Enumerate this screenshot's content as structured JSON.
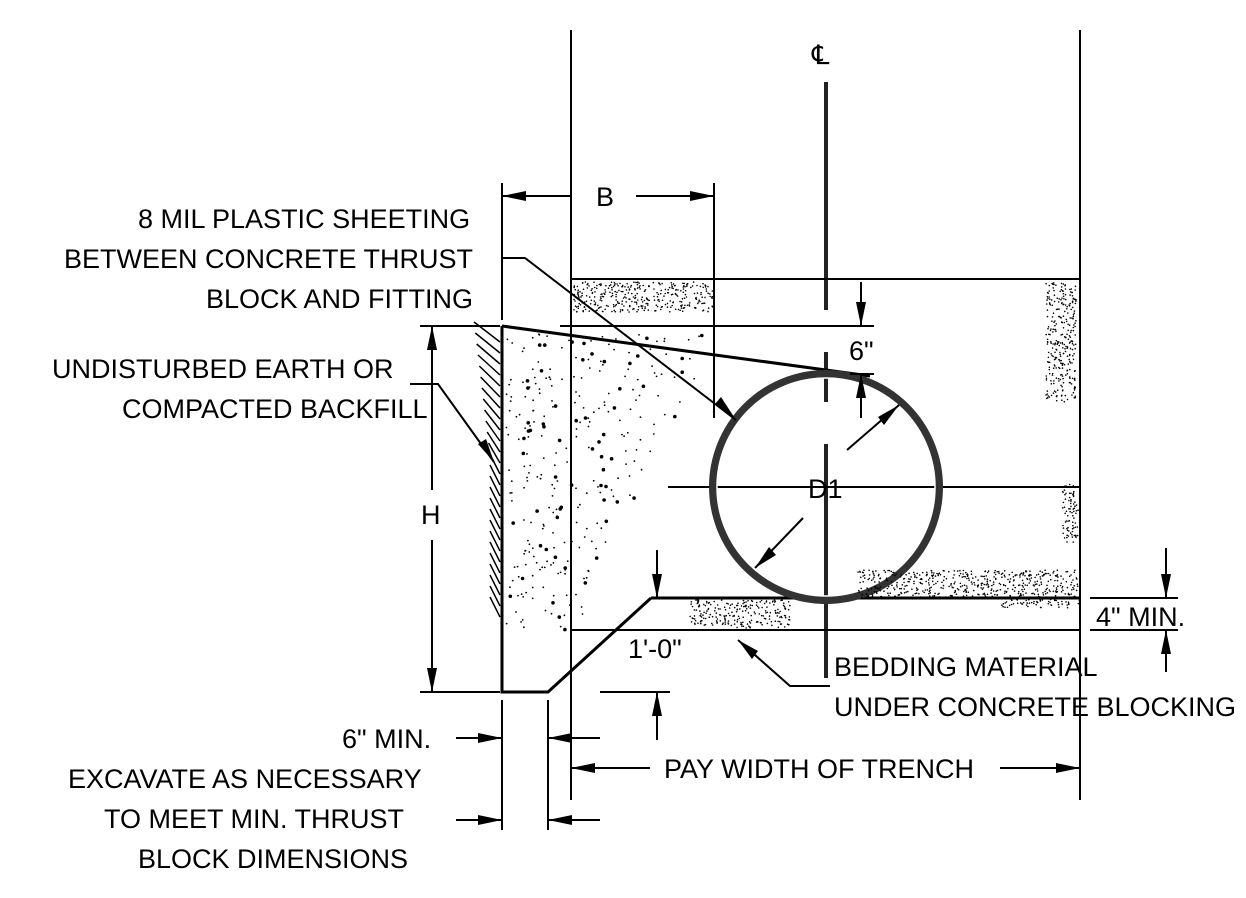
{
  "labels": {
    "centerline": "℄",
    "dim_b": "B",
    "plastic_line1": "8 MIL PLASTIC SHEETING",
    "plastic_line2": "BETWEEN CONCRETE THRUST",
    "plastic_line3": "BLOCK AND FITTING",
    "earth_line1": "UNDISTURBED EARTH  OR",
    "earth_line2": "COMPACTED BACKFILL",
    "dim_h": "H",
    "dim_6in": "6\"",
    "dim_d1": "D1",
    "dim_4in_min": "4\" MIN.",
    "dim_1ft": "1'-0\"",
    "bedding_line1": "BEDDING MATERIAL",
    "bedding_line2": "UNDER CONCRETE BLOCKING",
    "dim_6in_min": "6\" MIN.",
    "excavate_line1": "EXCAVATE AS NECESSARY",
    "excavate_line2": "TO MEET MIN. THRUST",
    "excavate_line3": "BLOCK DIMENSIONS",
    "pay_width": "PAY WIDTH OF TRENCH"
  }
}
